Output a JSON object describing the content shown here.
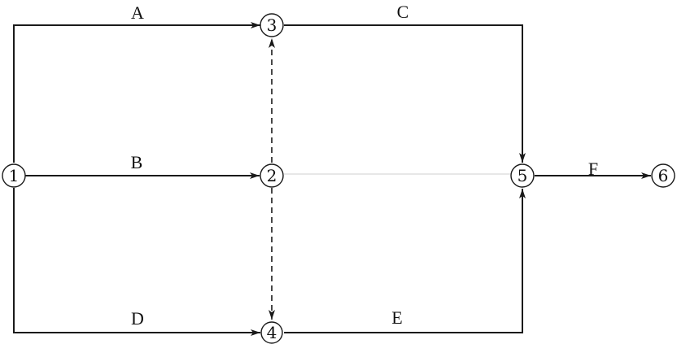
{
  "nodes": [
    {
      "id": "1",
      "label": "1"
    },
    {
      "id": "2",
      "label": "2"
    },
    {
      "id": "3",
      "label": "3"
    },
    {
      "id": "4",
      "label": "4"
    },
    {
      "id": "5",
      "label": "5"
    },
    {
      "id": "6",
      "label": "6"
    }
  ],
  "activities": {
    "A": {
      "label": "A",
      "from": "1",
      "to": "3"
    },
    "B": {
      "label": "B",
      "from": "1",
      "to": "2"
    },
    "C": {
      "label": "C",
      "from": "3",
      "to": "5"
    },
    "D": {
      "label": "D",
      "from": "1",
      "to": "4"
    },
    "E": {
      "label": "E",
      "from": "4",
      "to": "5"
    },
    "F": {
      "label": "F",
      "from": "5",
      "to": "6"
    }
  },
  "dummy_activities": [
    {
      "from": "2",
      "to": "3"
    },
    {
      "from": "2",
      "to": "4"
    }
  ]
}
